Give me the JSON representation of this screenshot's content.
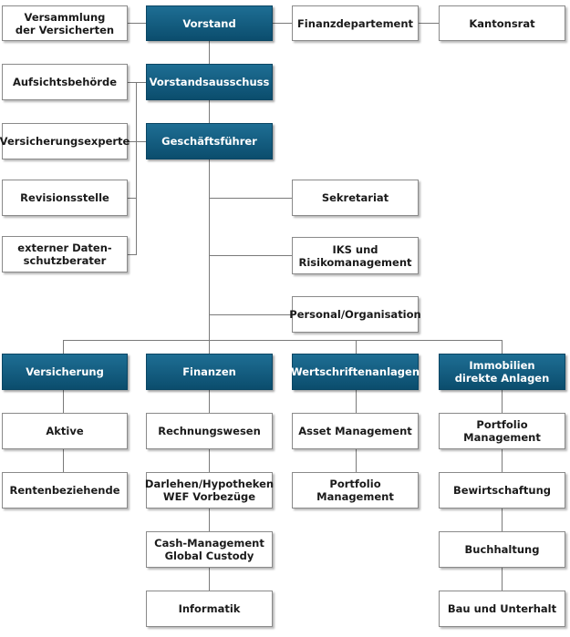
{
  "colors": {
    "primary": "#0d5578",
    "connector": "#7a7a7a",
    "border": "#8a8a8a"
  },
  "board": {
    "assembly": "Versammlung\nder Versicherten",
    "board": "Vorstand",
    "finance_department": "Finanzdepartement",
    "canton_council": "Kantonsrat",
    "supervisory_authority": "Aufsichtsbehörde",
    "board_committee": "Vorstandsausschuss",
    "insurance_expert": "Versicherungsexperte",
    "managing_director": "Geschäftsführer",
    "audit_office": "Revisionsstelle",
    "secretariat": "Sekretariat",
    "data_protection_advisor": "externer Daten-\nschutzberater",
    "ics_risk": "IKS und\nRisikomanagement",
    "personnel": "Personal/Organisation"
  },
  "departments": {
    "insurance": {
      "title": "Versicherung",
      "items": [
        "Aktive",
        "Rentenbeziehende"
      ]
    },
    "finance": {
      "title": "Finanzen",
      "items": [
        "Rechnungswesen",
        "Darlehen/Hypotheken\nWEF Vorbezüge",
        "Cash-Management\nGlobal Custody",
        "Informatik"
      ]
    },
    "securities": {
      "title": "Wertschriftenanlagen",
      "items": [
        "Asset Management",
        "Portfolio Management"
      ]
    },
    "real_estate": {
      "title": "Immobilien\ndirekte Anlagen",
      "items": [
        "Portfolio Management",
        "Bewirtschaftung",
        "Buchhaltung",
        "Bau und Unterhalt"
      ]
    }
  }
}
